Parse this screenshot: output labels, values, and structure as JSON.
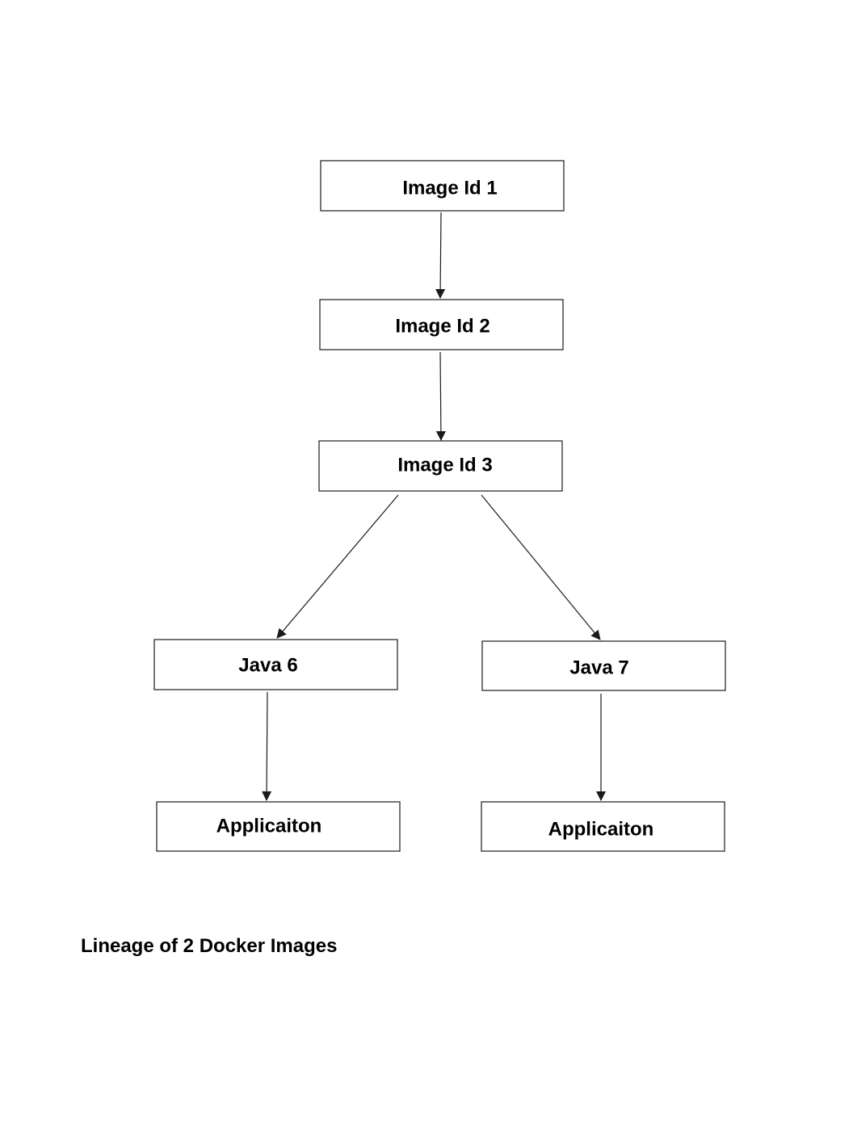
{
  "diagram": {
    "nodes": [
      {
        "id": "image1",
        "label": "Image Id 1"
      },
      {
        "id": "image2",
        "label": "Image Id 2"
      },
      {
        "id": "image3",
        "label": "Image Id 3"
      },
      {
        "id": "java6",
        "label": "Java 6"
      },
      {
        "id": "java7",
        "label": "Java 7"
      },
      {
        "id": "app6",
        "label": "Applicaiton"
      },
      {
        "id": "app7",
        "label": "Applicaiton"
      }
    ],
    "edges": [
      {
        "from": "image1",
        "to": "image2"
      },
      {
        "from": "image2",
        "to": "image3"
      },
      {
        "from": "image3",
        "to": "java6"
      },
      {
        "from": "image3",
        "to": "java7"
      },
      {
        "from": "java6",
        "to": "app6"
      },
      {
        "from": "java7",
        "to": "app7"
      }
    ]
  },
  "caption": "Lineage of 2 Docker Images"
}
